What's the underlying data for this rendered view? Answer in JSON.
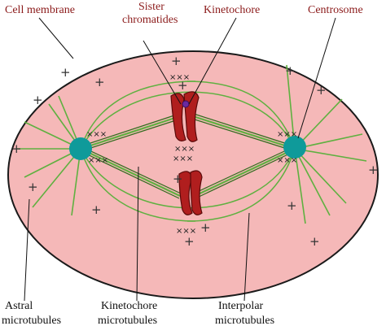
{
  "labels": {
    "cell_membrane": "Cell membrane",
    "sister_chromatides_line1": "Sister",
    "sister_chromatides_line2": "chromatides",
    "kinetochore": "Kinetochore",
    "centrosome": "Centrosome",
    "astral_line1": "Astral",
    "astral_line2": "microtubules",
    "kinetochore_mt_line1": "Kinetochore",
    "kinetochore_mt_line2": "microtubules",
    "interpolar_line1": "Interpolar",
    "interpolar_line2": "microtubules"
  },
  "symbols": {
    "plus": "+",
    "cross_pair": "×××"
  },
  "colors": {
    "cell_fill": "#f5b8b8",
    "membrane_stroke": "#1a1a1a",
    "microtubule": "#5fb040",
    "kinetochore_mt_outline": "#2f6a1c",
    "centrosome": "#0f9a9a",
    "chromatid": "#b01e1e",
    "chromatid_outline": "#5a0a0a",
    "red_label": "#8b1a1a",
    "black_label": "#111111"
  }
}
